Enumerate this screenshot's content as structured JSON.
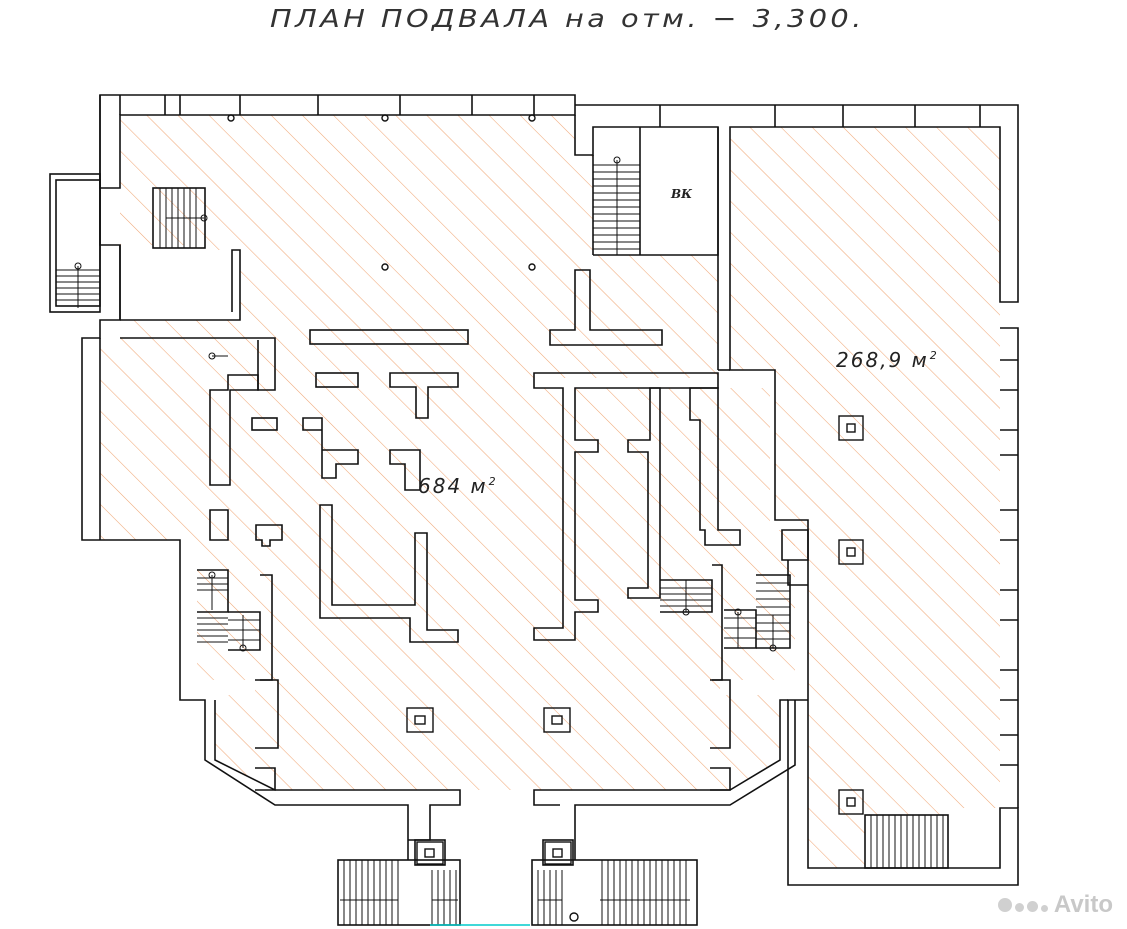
{
  "title": "ПЛАН ПОДВАЛА на отм. − 3,300.",
  "rooms": {
    "main_hall": {
      "area_value": "684 м",
      "area_exponent": "2"
    },
    "right_hall": {
      "area_value": "268,9 м",
      "area_exponent": "2"
    },
    "utility_room": {
      "label": "ВК"
    }
  },
  "watermark": {
    "brand": "Avito"
  },
  "colors": {
    "wall": "#111111",
    "hatch": "#f0a878",
    "background": "#ffffff",
    "accent_line": "#00cccc"
  }
}
